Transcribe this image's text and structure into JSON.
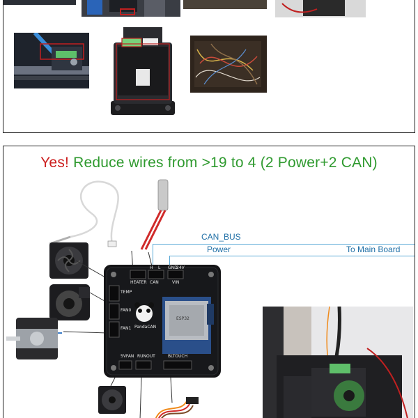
{
  "headline": {
    "yes": "Yes!",
    "rest": " Reduce wires from >19 to 4 (2 Power+2 CAN)"
  },
  "labels": {
    "can_bus": "CAN_BUS",
    "power": "Power",
    "to_main_board": "To Main Board"
  },
  "board": {
    "brand": "PandaCAN",
    "heater": "HEATER",
    "can": "CAN",
    "vin": "VIN",
    "temp": "TEMP",
    "fan0": "FAN0",
    "fan1": "FAN1",
    "fan5v": "5VFAN",
    "runout": "RUNOUT",
    "bltouch": "BLTOUCH",
    "pin_h": "H",
    "pin_l": "L",
    "pin_gnd": "GND",
    "pin_24v": "24V",
    "module": "ESP32"
  },
  "colors": {
    "yes": "#cc1f1f",
    "rest": "#2f9a2f",
    "label": "#1f6fa6",
    "line": "#5aa9d6"
  }
}
